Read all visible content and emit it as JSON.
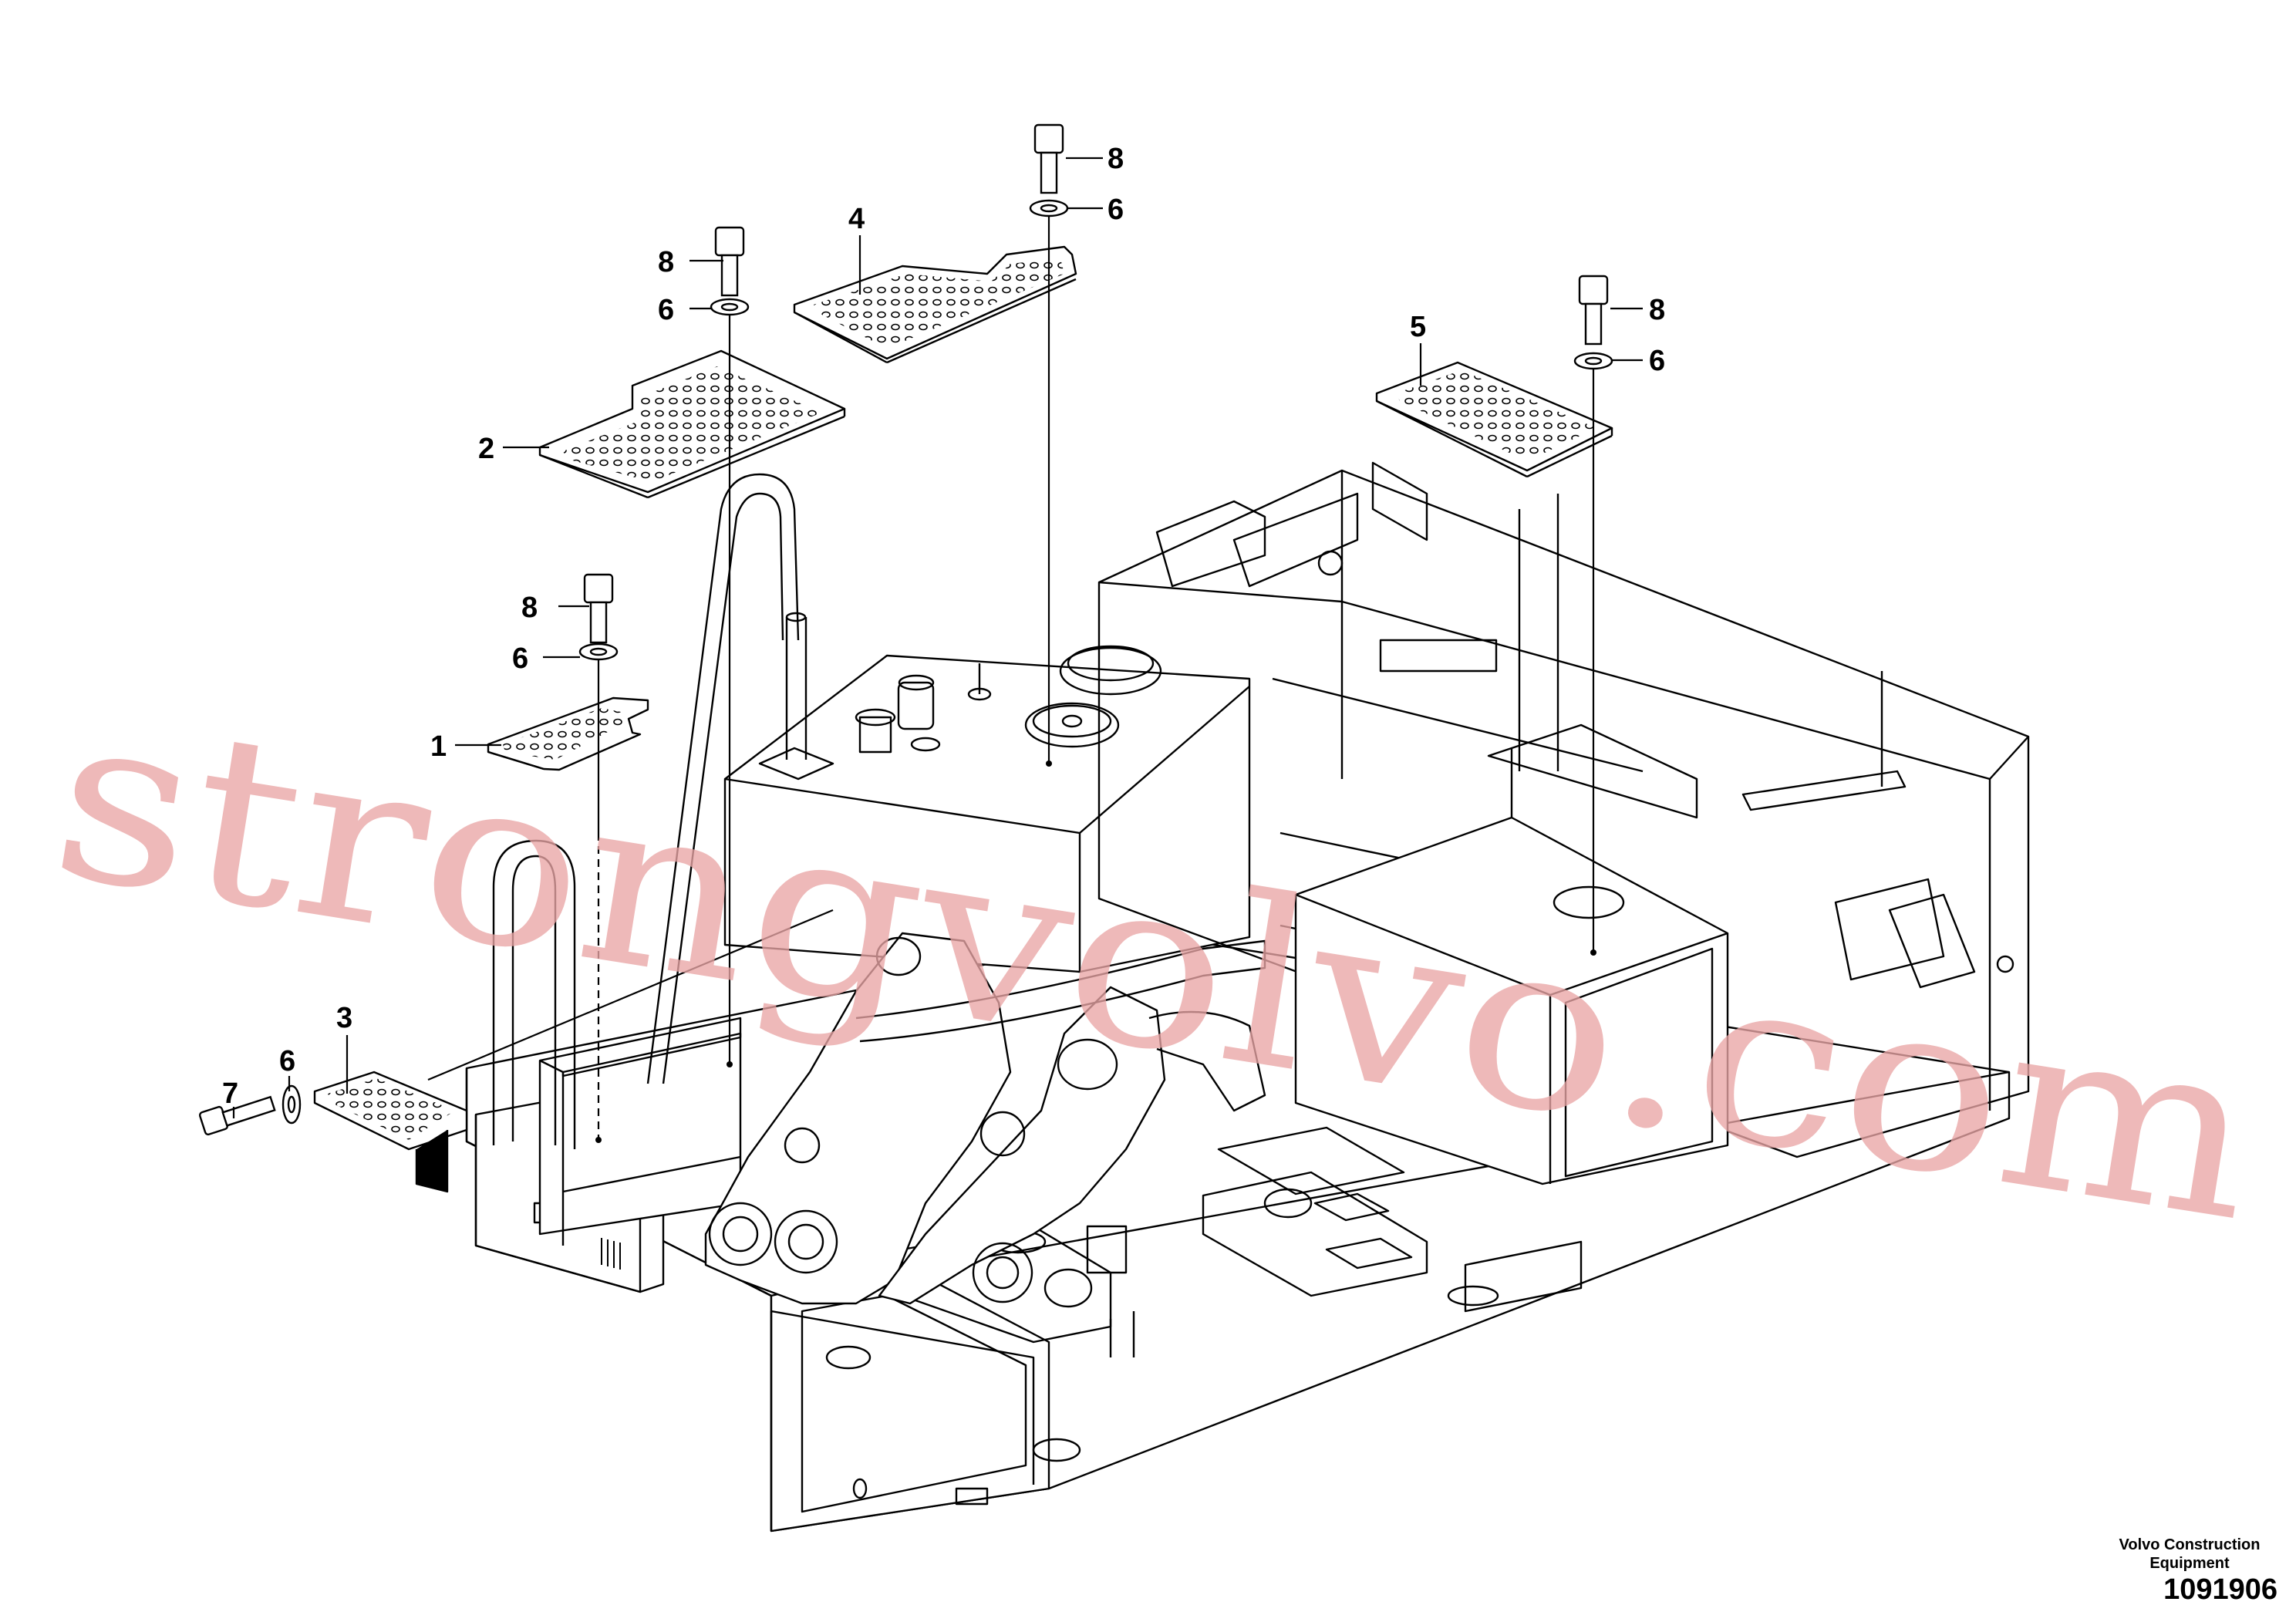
{
  "diagram": {
    "labels": {
      "l1": "1",
      "l2": "2",
      "l3": "3",
      "l4": "4",
      "l5": "5",
      "l6a": "6",
      "l6b": "6",
      "l6c": "6",
      "l6d": "6",
      "l6e": "6",
      "l7": "7",
      "l8a": "8",
      "l8b": "8",
      "l8c": "8",
      "l8d": "8"
    },
    "watermark": "strongvolvo.com",
    "credit_line1": "Volvo Construction",
    "credit_line2": "Equipment",
    "drawing_number": "1091906"
  },
  "colors": {
    "line": "#000000",
    "watermark": "#e9a5a5",
    "background": "#ffffff"
  }
}
